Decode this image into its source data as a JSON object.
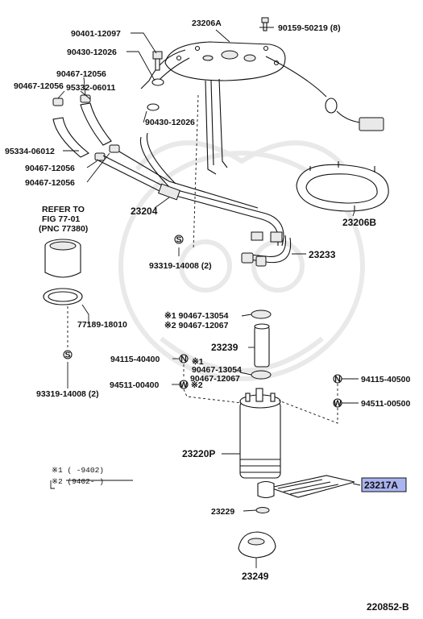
{
  "diagram_id": "220852-B",
  "labels": {
    "p23206a": "23206A",
    "p90159": "90159-50219 (8)",
    "p90401": "90401-12097",
    "p90430a": "90430-12026",
    "p90467a": "90467-12056",
    "p90467b": "90467-12056",
    "p95332": "95332-06011",
    "p90430b": "90430-12026",
    "p95334": "95334-06012",
    "p90467c": "90467-12056",
    "p90467d": "90467-12056",
    "refer1": "REFER TO",
    "refer2": "FIG 77-01",
    "refer3": "(PNC 77380)",
    "p23204": "23204",
    "p23206b": "23206B",
    "p93319a": "93319-14008 (2)",
    "p23233": "23233",
    "p77189": "77189-18010",
    "m1a": "※1 90467-13054",
    "m2a": "※2 90467-12067",
    "p23239": "23239",
    "p94115a": "94115-40400",
    "m1b": "※1",
    "m1c": "90467-13054",
    "m2c": "90467-12067",
    "p94511a": "94511-00400",
    "m2b": "※2",
    "p94115b": "94115-40500",
    "p93319b": "93319-14008 (2)",
    "p94511b": "94511-00500",
    "p23220p": "23220P",
    "p23217a": "23217A",
    "p23229": "23229",
    "p23249": "23249"
  },
  "legend": {
    "row1": "※1 (     -9402)",
    "row2": "※2 (9402-      )"
  },
  "symbols": {
    "s": "S",
    "n": "N",
    "w": "W"
  },
  "colors": {
    "highlight": "#aab4f0",
    "ink": "#111111"
  }
}
